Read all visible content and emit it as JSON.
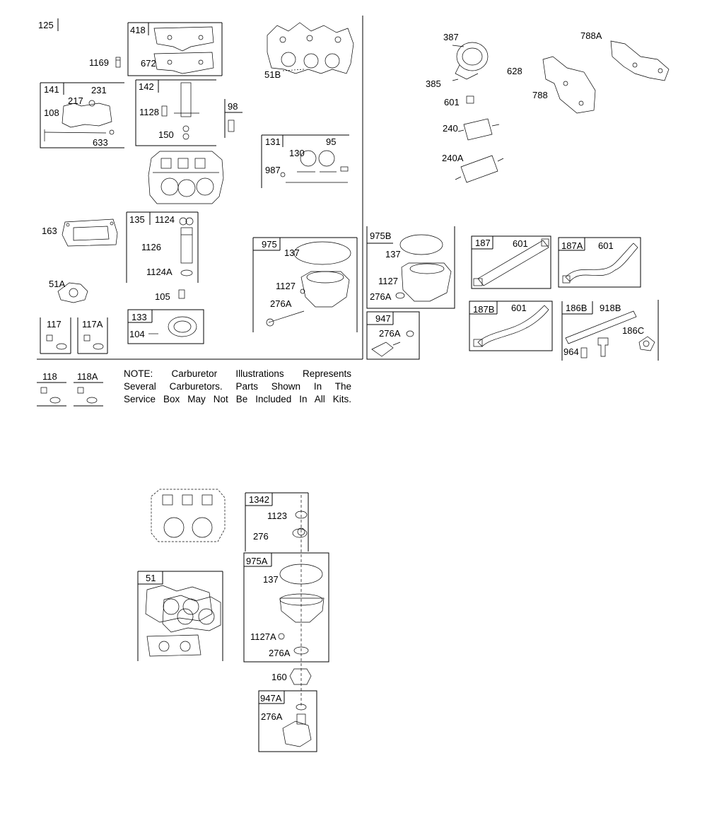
{
  "note": {
    "lines": [
      "NOTE: Carburetor Illustrations Represents",
      "Several Carburetors. Parts Shown In The",
      "Service Box May Not Be Included In All Kits."
    ]
  },
  "parts": {
    "p125": "125",
    "p418": "418",
    "p672": "672",
    "p1169": "1169",
    "p51B": "51B",
    "p141": "141",
    "p231": "231",
    "p217": "217",
    "p108": "108",
    "p633": "633",
    "p142": "142",
    "p1128": "1128",
    "p150": "150",
    "p98": "98",
    "p131": "131",
    "p130": "130",
    "p95": "95",
    "p987": "987",
    "p163": "163",
    "p135": "135",
    "p1124": "1124",
    "p1126": "1126",
    "p1124A": "1124A",
    "p51A": "51A",
    "p105": "105",
    "p133": "133",
    "p104": "104",
    "p117": "117",
    "p117A": "117A",
    "p118": "118",
    "p118A": "118A",
    "p975": "975",
    "p137a": "137",
    "p1127a": "1127",
    "p276Aa": "276A",
    "p975B": "975B",
    "p137b": "137",
    "p1127b": "1127",
    "p276Ab": "276A",
    "p947": "947",
    "p276Ac": "276A",
    "p387": "387",
    "p385": "385",
    "p601a": "601",
    "p240": "240",
    "p240A": "240A",
    "p628": "628",
    "p788": "788",
    "p788A": "788A",
    "p187": "187",
    "p601b": "601",
    "p187A": "187A",
    "p601c": "601",
    "p187B": "187B",
    "p601d": "601",
    "p186B": "186B",
    "p918B": "918B",
    "p186C": "186C",
    "p964": "964",
    "p1342": "1342",
    "p1123": "1123",
    "p276": "276",
    "p975A": "975A",
    "p137c": "137",
    "p1127A": "1127A",
    "p276Ad": "276A",
    "p51": "51",
    "p160": "160",
    "p947A": "947A",
    "p276Ae": "276A"
  }
}
